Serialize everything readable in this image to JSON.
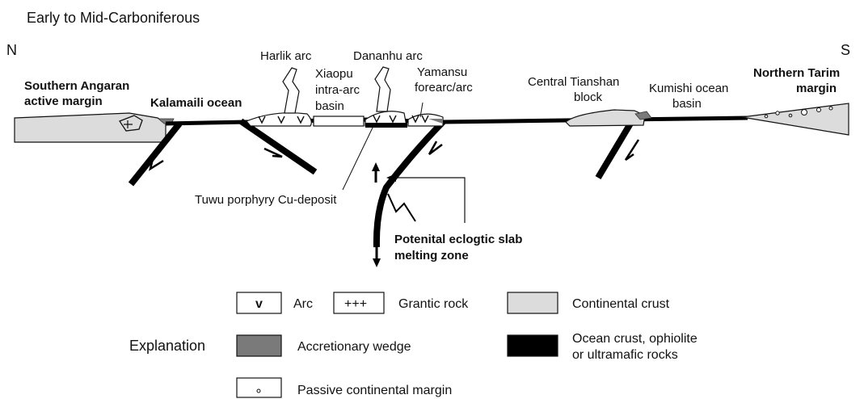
{
  "title": "Early to Mid-Carboniferous",
  "north": "N",
  "south": "S",
  "labels": {
    "southern_angaran_1": "Southern Angaran",
    "southern_angaran_2": "active margin",
    "kalamaili": "Kalamaili ocean",
    "harlik": "Harlik arc",
    "xiaopu_1": "Xiaopu",
    "xiaopu_2": "intra-arc",
    "xiaopu_3": "basin",
    "dananhu": "Dananhu arc",
    "yamansu_1": "Yamansu",
    "yamansu_2": "forearc/arc",
    "central_tianshan_1": "Central Tianshan",
    "central_tianshan_2": "block",
    "kumishi_1": "Kumishi ocean",
    "kumishi_2": "basin",
    "northern_tarim_1": "Northern Tarim",
    "northern_tarim_2": "margin",
    "tuwu": "Tuwu porphyry Cu-deposit",
    "eclogite_1": "Potenital eclogtic slab",
    "eclogite_2": "melting zone"
  },
  "legend": {
    "heading": "Explanation",
    "arc_symbol": "v",
    "arc": "Arc",
    "granitic_symbol": "+++",
    "granitic": "Grantic rock",
    "continental": "Continental crust",
    "accretionary": "Accretionary wedge",
    "ocean_1": "Ocean crust, ophiolite",
    "ocean_2": "or ultramafic rocks",
    "passive_symbol": "°",
    "passive": "Passive continental margin"
  },
  "colors": {
    "continental_crust": "#dcdcdc",
    "accretionary_wedge": "#7a7a7a",
    "ocean_crust": "#000000",
    "arc": "#ffffff"
  }
}
